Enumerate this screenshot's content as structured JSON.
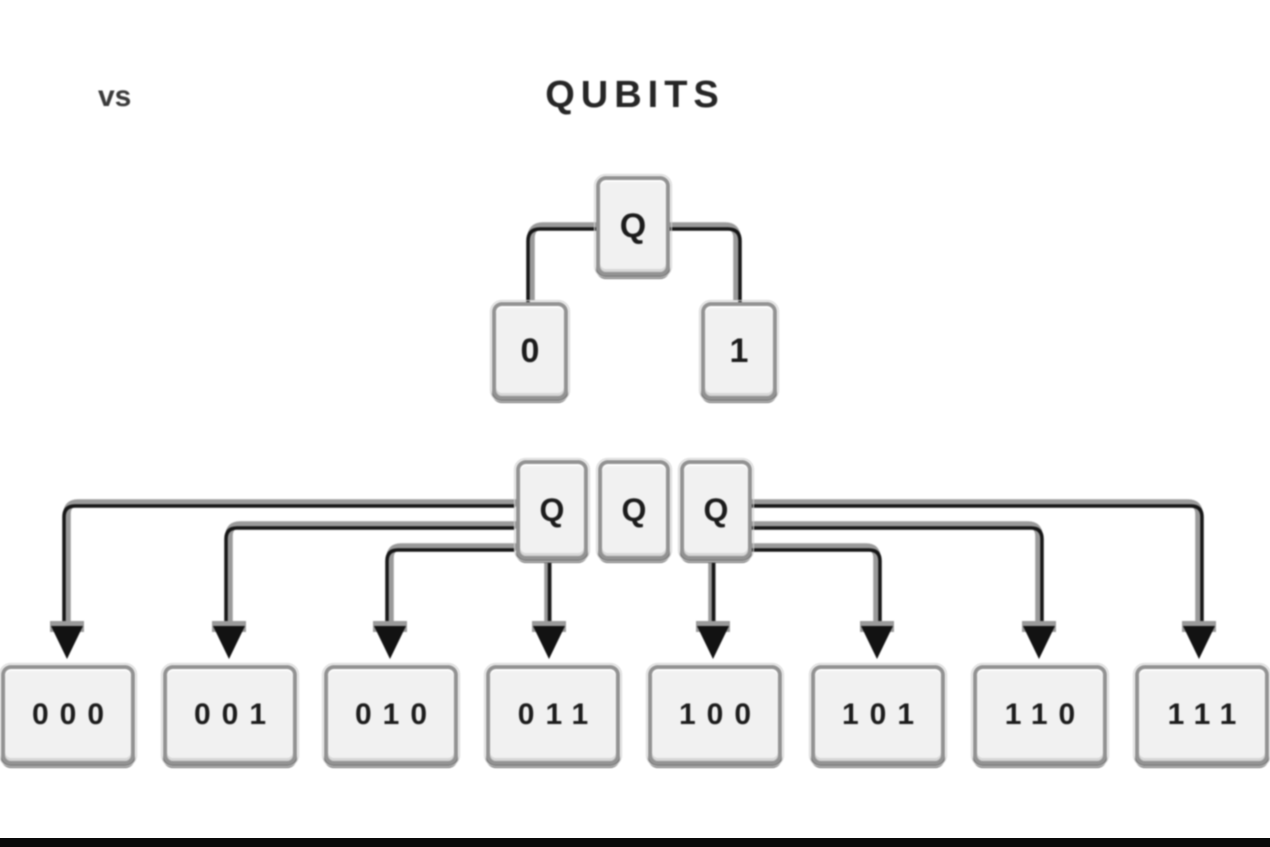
{
  "title_bar": {
    "vs_label": "vs",
    "title": "QUBITS"
  },
  "single_qubit": {
    "qubit_label": "Q",
    "states": [
      "0",
      "1"
    ]
  },
  "three_qubits": {
    "qubit_labels": [
      "Q",
      "Q",
      "Q"
    ]
  },
  "eight_states": {
    "labels": [
      "000",
      "001",
      "010",
      "011",
      "100",
      "101",
      "110",
      "111"
    ]
  },
  "colors": {
    "background": "#ffffff",
    "key_fill": "#f1f1f1",
    "key_border": "#929292",
    "connector_gray": "#9a9a9a",
    "connector_black": "#161616",
    "text": "#1c1c1c",
    "bottom_bar": "#0a0a0a"
  }
}
